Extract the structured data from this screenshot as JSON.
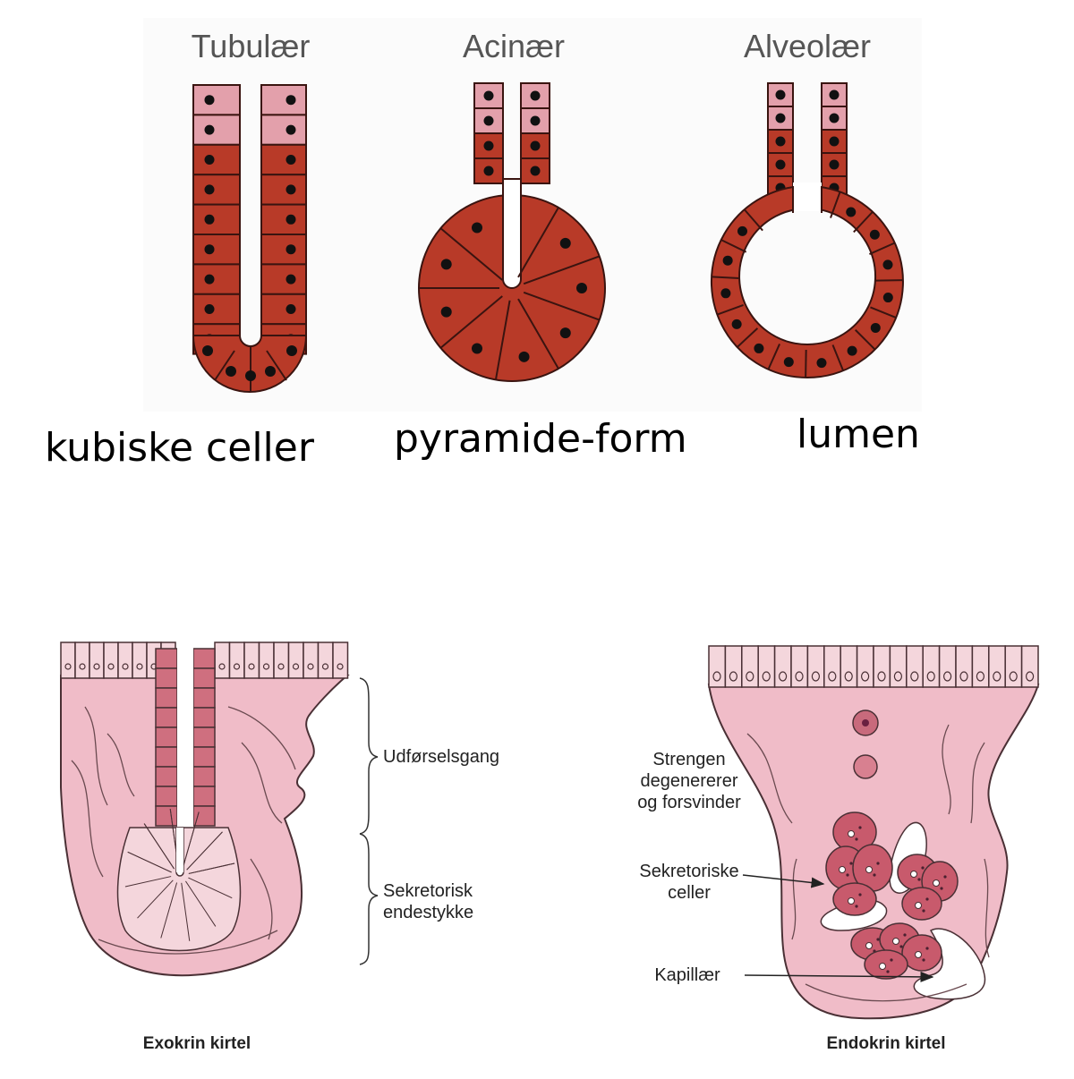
{
  "top_diagram": {
    "titles": {
      "tubular": "Tubulær",
      "acinar": "Acinær",
      "alveolar": "Alveolær"
    },
    "captions": {
      "tubular": "kubiske celler",
      "acinar": "pyramide-form",
      "alveolar": "lumen"
    }
  },
  "exocrine": {
    "title": "Exokrin kirtel",
    "labels": {
      "duct": "Udførselsgang",
      "secretory_line1": "Sekretorisk",
      "secretory_line2": "endestykke"
    }
  },
  "endocrine": {
    "title": "Endokrin kirtel",
    "labels": {
      "strand_line1": "Strengen",
      "strand_line2": "degenererer",
      "strand_line3": "og forsvinder",
      "secretory_line1": "Sekretoriske",
      "secretory_line2": "celler",
      "capillary": "Kapillær"
    }
  },
  "colors": {
    "gland_cell": "#b83a28",
    "duct_cell_light": "#e3a0ab",
    "connective_tissue": "#f0bcc8",
    "capillary": "#ffffff"
  }
}
